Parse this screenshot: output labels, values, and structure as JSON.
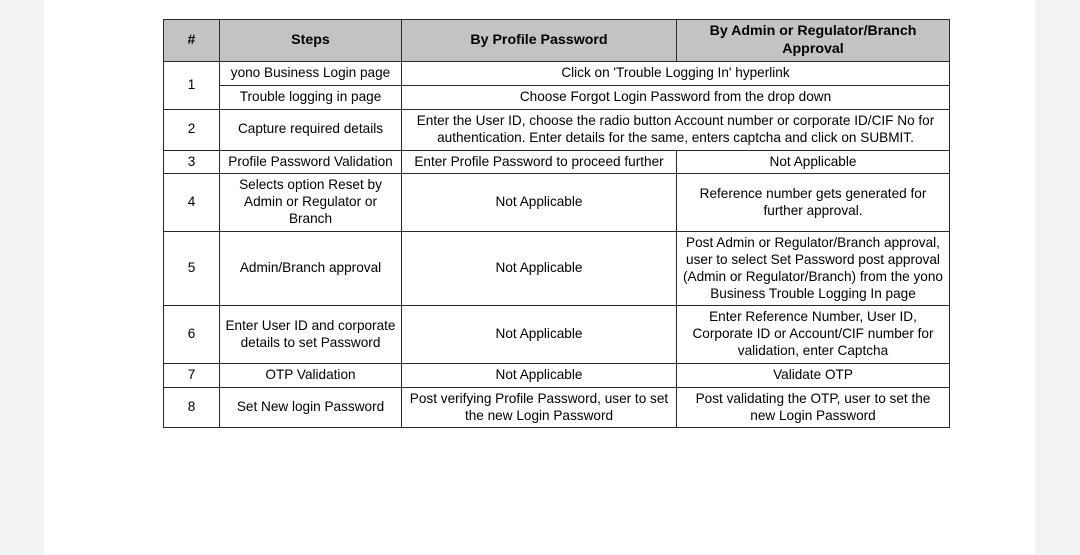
{
  "document": {
    "background_color": "#f1f2f4",
    "page_color": "#ffffff",
    "header_fill": "#c3c3c3",
    "border_color": "#2a2a2a"
  },
  "table": {
    "headers": {
      "number": "#",
      "steps": "Steps",
      "by_profile_password": "By Profile Password",
      "by_admin_approval": "By Admin or Regulator/Branch Approval"
    },
    "rows": [
      {
        "number": "1",
        "subrows": [
          {
            "step": "yono Business Login page",
            "merged": "Click on 'Trouble Logging In' hyperlink"
          },
          {
            "step": "Trouble logging in page",
            "merged": "Choose Forgot Login Password from the drop down"
          }
        ]
      },
      {
        "number": "2",
        "step": "Capture required details",
        "merged": "Enter the User ID, choose the radio button Account number or corporate ID/CIF No for authentication. Enter details for the same, enters captcha and click on SUBMIT."
      },
      {
        "number": "3",
        "step": "Profile Password Validation",
        "by_profile_password": "Enter Profile Password to proceed further",
        "by_admin_approval": "Not Applicable"
      },
      {
        "number": "4",
        "step": "Selects option Reset by Admin or Regulator or Branch",
        "by_profile_password": "Not Applicable",
        "by_admin_approval": "Reference number gets generated for further approval."
      },
      {
        "number": "5",
        "step": "Admin/Branch approval",
        "by_profile_password": "Not Applicable",
        "by_admin_approval": "Post Admin or Regulator/Branch approval, user to select Set Password post approval (Admin or Regulator/Branch) from the yono Business Trouble Logging In page"
      },
      {
        "number": "6",
        "step": "Enter User ID and corporate details to set Password",
        "by_profile_password": "Not Applicable",
        "by_admin_approval": "Enter Reference Number, User ID, Corporate ID or Account/CIF number for validation, enter Captcha"
      },
      {
        "number": "7",
        "step": "OTP Validation",
        "by_profile_password": "Not Applicable",
        "by_admin_approval": "Validate OTP"
      },
      {
        "number": "8",
        "step": "Set New login Password",
        "by_profile_password": "Post verifying Profile Password, user to set the new Login Password",
        "by_admin_approval": "Post validating the OTP, user to set the new Login Password"
      }
    ]
  }
}
